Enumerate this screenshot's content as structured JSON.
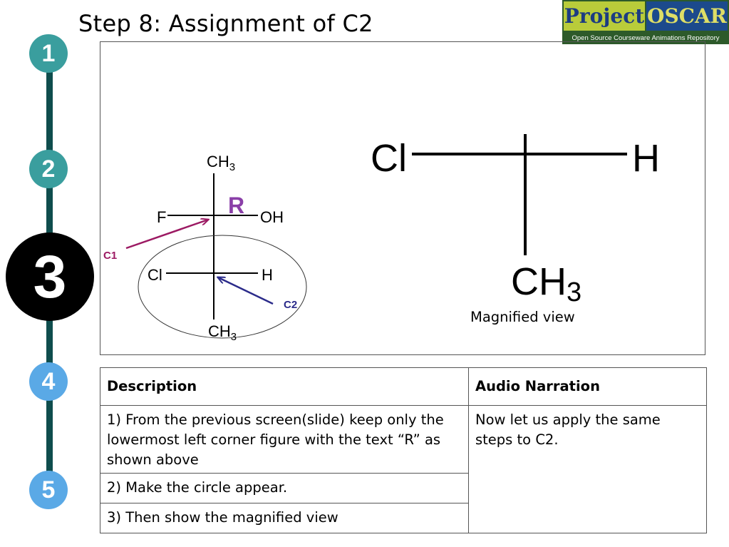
{
  "slide": {
    "title": "Step 8: Assignment of C2"
  },
  "logo": {
    "project": "Project",
    "oscar": "OSCAR",
    "subtitle": "Open Source Courseware Animations Repository"
  },
  "steps": [
    {
      "label": "1",
      "color": "#3a9e9e"
    },
    {
      "label": "2",
      "color": "#3a9e9e"
    },
    {
      "label": "3",
      "color": "#000000"
    },
    {
      "label": "4",
      "color": "#5aa9e6"
    },
    {
      "label": "5",
      "color": "#5aa9e6"
    }
  ],
  "colors": {
    "timeline": "#0f4d4d",
    "c1_arrow": "#9c1a63",
    "c2_arrow": "#2b2b8a",
    "r_label": "#8a3fa8"
  },
  "fischer": {
    "top": {
      "main": "CH",
      "sub": "3"
    },
    "r_label": "R",
    "upper_left": "F",
    "upper_right": "OH",
    "lower_left": "Cl",
    "lower_right": "H",
    "bottom": {
      "main": "CH",
      "sub": "3"
    },
    "c1_label": "C1",
    "c2_label": "C2"
  },
  "magnified": {
    "left": "Cl",
    "right": "H",
    "bottom": {
      "main": "CH",
      "sub": "3"
    },
    "caption": "Magnified view"
  },
  "table": {
    "headers": [
      "Description",
      "Audio Narration"
    ],
    "descriptions": [
      "1) From the previous screen(slide) keep only the lowermost left corner figure with the text “R” as shown above",
      "2) Make the circle appear.",
      "3) Then show the magnified view"
    ],
    "narration": "Now let us apply the same steps to C2."
  }
}
